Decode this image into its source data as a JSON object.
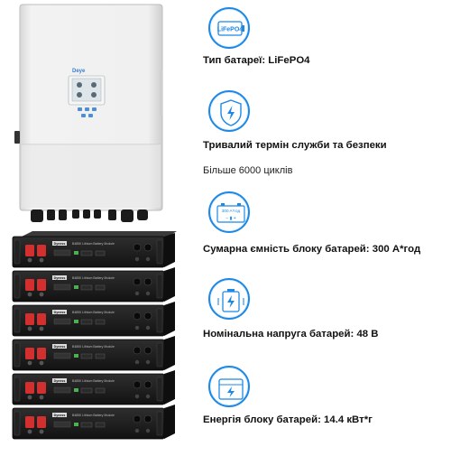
{
  "inverter": {
    "brand_logo": "Deye",
    "screen_icon": "inverter-display-panel"
  },
  "batteries": {
    "count": 6,
    "module_brand": "Dyness",
    "module_label": "B4850 Lithium Battery Module"
  },
  "features": [
    {
      "icon": "lifepo4-badge-icon",
      "badge_text": "LiFePO4",
      "title": "Тип батареї: LiFePO4",
      "subtitle": ""
    },
    {
      "icon": "shield-lightning-icon",
      "badge_text": "",
      "title": "Тривалий термін служби та безпеки",
      "subtitle": "Більше 6000 циклів"
    },
    {
      "icon": "battery-capacity-icon",
      "badge_text": "300 A*год",
      "title": "Сумарна ємність блоку батарей: 300 А*год",
      "subtitle": ""
    },
    {
      "icon": "battery-voltage-icon",
      "badge_text": "",
      "title": "Номінальна напруга батарей: 48 В",
      "subtitle": ""
    },
    {
      "icon": "battery-energy-icon",
      "badge_text": "",
      "title": "Енергія блоку батарей: 14.4 кВт*г",
      "subtitle": ""
    }
  ],
  "colors": {
    "accent": "#1e88e5",
    "inverter_body": "#efefef",
    "battery_body": "#1a1a1a",
    "terminal_red": "#d32f2f"
  }
}
